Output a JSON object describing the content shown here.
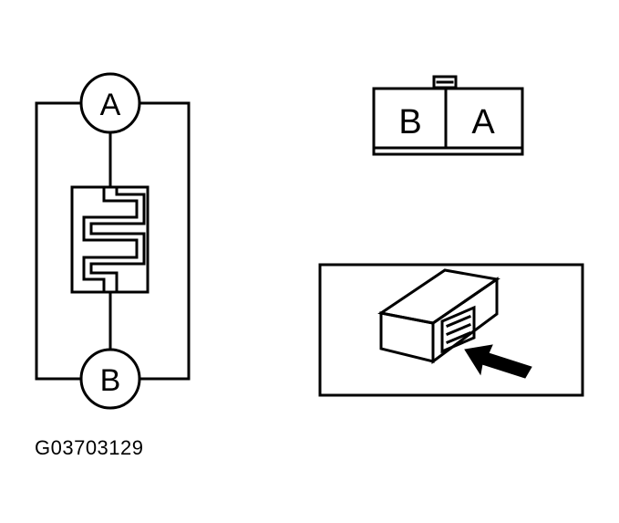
{
  "schematic": {
    "terminal_top": "A",
    "terminal_bottom": "B"
  },
  "connector": {
    "left_pin": "B",
    "right_pin": "A"
  },
  "figure_id": "G03703129",
  "colors": {
    "line": "#000000",
    "background": "#ffffff"
  }
}
